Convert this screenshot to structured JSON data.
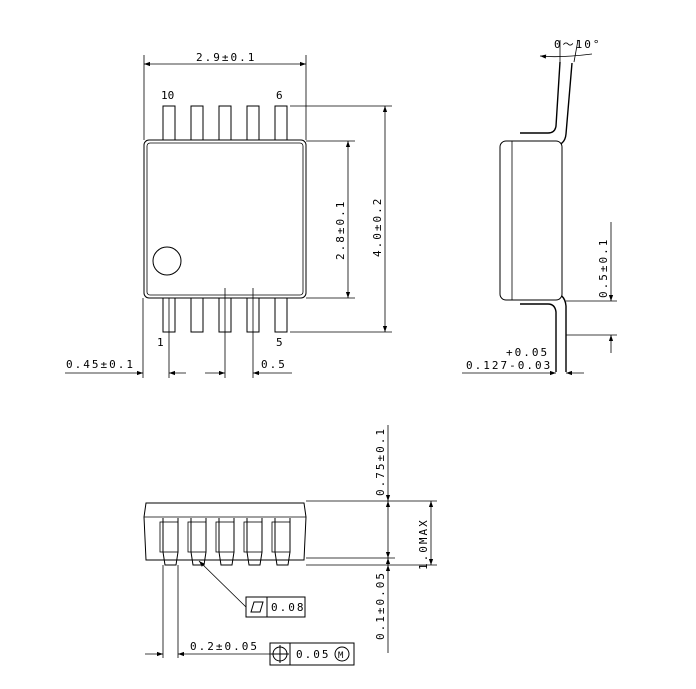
{
  "top_view": {
    "width_dim": "2.9±0.1",
    "pin_label_10": "10",
    "pin_label_6": "6",
    "pin_label_1": "1",
    "pin_label_5": "5",
    "body_dim": "2.8±0.1",
    "total_dim": "4.0±0.2",
    "lead_width_dim": "0.45±0.1",
    "pitch_dim": "0.5"
  },
  "side_view": {
    "angle_dim": "0～10°",
    "foot_dim": "0.5±0.1",
    "thick_tol_top": "+0.05",
    "thick_dim": "0.127-0.03"
  },
  "front_view": {
    "body_height_dim": "0.75±0.1",
    "max_height_dim": "1.0MAX",
    "standoff_dim": "0.1±0.05",
    "flatness_value": "0.08",
    "lead_dim": "0.2±0.05",
    "position_value": "0.05",
    "mmc_symbol": "M"
  }
}
